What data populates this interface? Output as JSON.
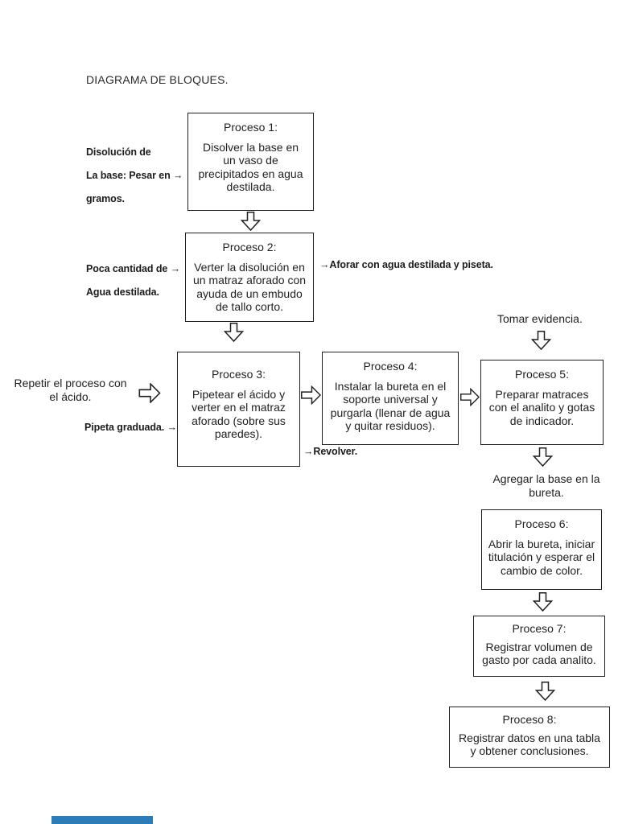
{
  "page": {
    "title": "DIAGRAMA DE BLOQUES."
  },
  "processes": [
    {
      "label": "Proceso 1:",
      "text": "Disolver la base en\nun vaso de\nprecipitados en agua\ndestilada."
    },
    {
      "label": "Proceso 2:",
      "text": "Verter la disolución en\nun matraz aforado con\nayuda de un embudo\nde tallo corto."
    },
    {
      "label": "Proceso 3:",
      "text": "Pipetear el ácido y\nverter en el matraz\naforado (sobre sus\nparedes)."
    },
    {
      "label": "Proceso 4:",
      "text": "Instalar la bureta en el\nsoporte universal y\npurgarla (llenar de agua\ny quitar residuos)."
    },
    {
      "label": "Proceso 5:",
      "text": "Preparar matraces\ncon el analito y gotas\nde indicador."
    },
    {
      "label": "Proceso 6:",
      "text": "Abrir la bureta, iniciar\ntitulación y esperar el\ncambio de color."
    },
    {
      "label": "Proceso 7:",
      "text": "Registrar volumen de\ngasto por cada analito."
    },
    {
      "label": "Proceso 8:",
      "text": "Registrar datos en una tabla\ny obtener conclusiones."
    }
  ],
  "annotations": {
    "disolucion": "Disolución de\nLa base: Pesar en →\ngramos.",
    "poca_cantidad": "Poca cantidad de  →\nAgua destilada.",
    "aforar": "→Aforar con agua destilada y piseta.",
    "repetir": "Repetir el proceso con\nel ácido.",
    "pipeta": "Pipeta graduada. →",
    "revolver": "→Revolver.",
    "tomar_evidencia": "Tomar evidencia.",
    "agregar_base": "Agregar la base en la\nbureta."
  },
  "icons": {
    "flow_arrow_down": "hollow-block-arrow-down",
    "flow_arrow_right": "hollow-block-arrow-right",
    "inline_arrow": "→"
  },
  "colors": {
    "line": "#1f1f1f",
    "page_bg": "#ffffff",
    "footer_bar": "#2d7cba"
  }
}
